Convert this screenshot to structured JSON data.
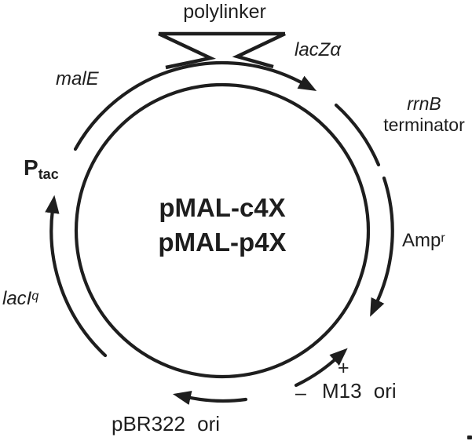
{
  "plasmid": {
    "name_line1": "pMAL-c4X",
    "name_line2": "pMAL-p4X"
  },
  "features": {
    "polylinker": {
      "label": "polylinker"
    },
    "lacZalpha": {
      "label": "lacZα"
    },
    "rrnB": {
      "gene": "rrnB",
      "word": "terminator"
    },
    "amp": {
      "label": "Amp",
      "sup": "r"
    },
    "m13": {
      "plus": "+",
      "minus": "–",
      "label": "M13 ori"
    },
    "pbr322": {
      "label": "pBR322 ori"
    },
    "lacI": {
      "label": "lacI",
      "sup": "q"
    },
    "ptac": {
      "label": "P",
      "sub": "tac"
    },
    "malE": {
      "label": "malE"
    }
  },
  "colors": {
    "ink": "#1e1e1e",
    "background": "#ffffff"
  }
}
